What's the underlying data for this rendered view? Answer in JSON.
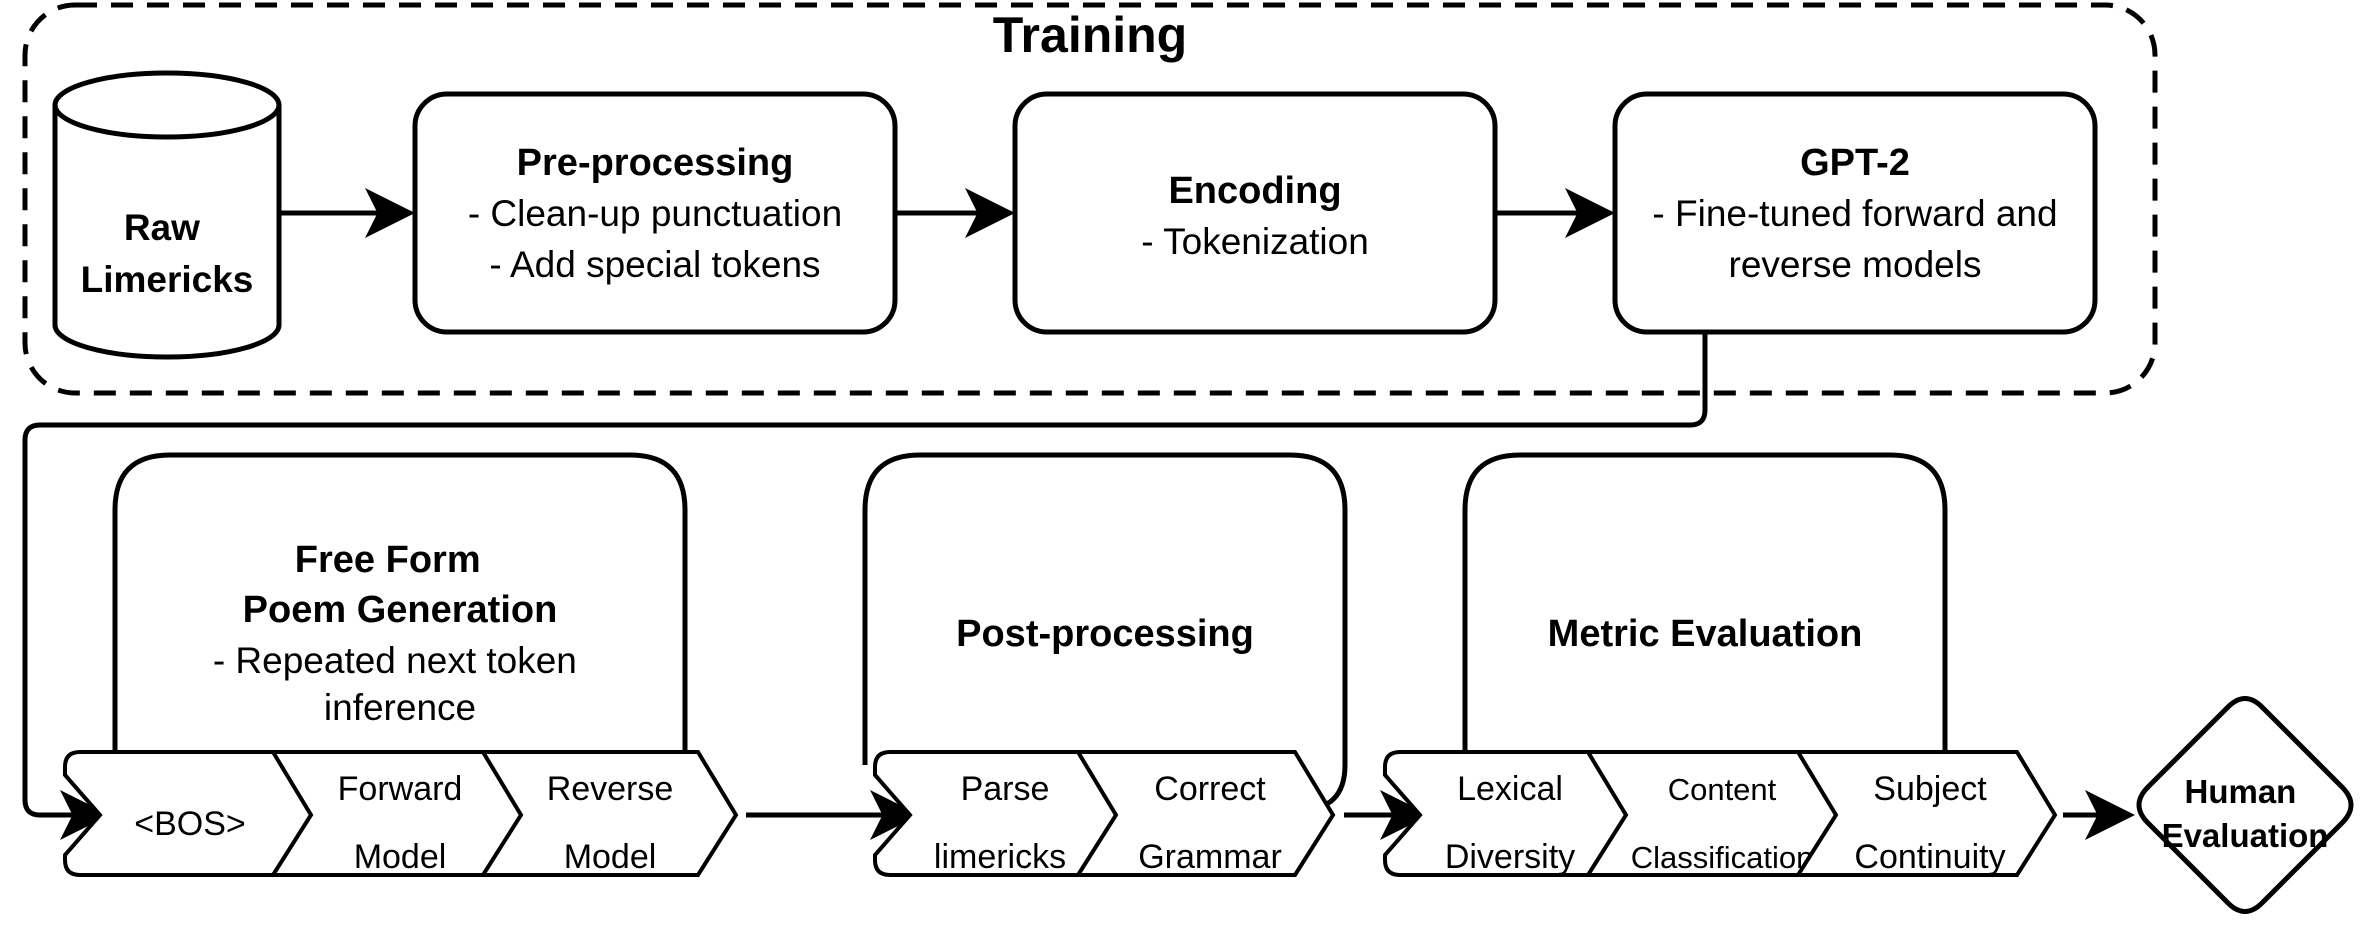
{
  "training": {
    "title": "Training",
    "raw_data": [
      "Raw",
      "Limericks"
    ],
    "preprocessing": {
      "title": "Pre-processing",
      "lines": [
        "- Clean-up punctuation",
        "- Add special tokens"
      ]
    },
    "encoding": {
      "title": "Encoding",
      "lines": [
        "- Tokenization"
      ]
    },
    "gpt2": {
      "title": "GPT-2",
      "lines": [
        "- Fine-tuned forward and",
        "reverse models"
      ]
    }
  },
  "generation": {
    "title_lines": [
      "Free Form",
      "Poem Generation"
    ],
    "desc_lines": [
      "- Repeated next token",
      "inference"
    ],
    "steps": [
      {
        "lines": [
          "<BOS>"
        ]
      },
      {
        "lines": [
          "Forward",
          "Model"
        ]
      },
      {
        "lines": [
          "Reverse",
          "Model"
        ]
      }
    ]
  },
  "postprocessing": {
    "title": "Post-processing",
    "steps": [
      {
        "lines": [
          "Parse",
          "limericks"
        ]
      },
      {
        "lines": [
          "Correct",
          "Grammar"
        ]
      }
    ]
  },
  "metric_evaluation": {
    "title": "Metric Evaluation",
    "steps": [
      {
        "lines": [
          "Lexical",
          "Diversity"
        ]
      },
      {
        "lines": [
          "Content",
          "Classification"
        ]
      },
      {
        "lines": [
          "Subject",
          "Continuity"
        ]
      }
    ]
  },
  "human_evaluation": [
    "Human",
    "Evaluation"
  ]
}
